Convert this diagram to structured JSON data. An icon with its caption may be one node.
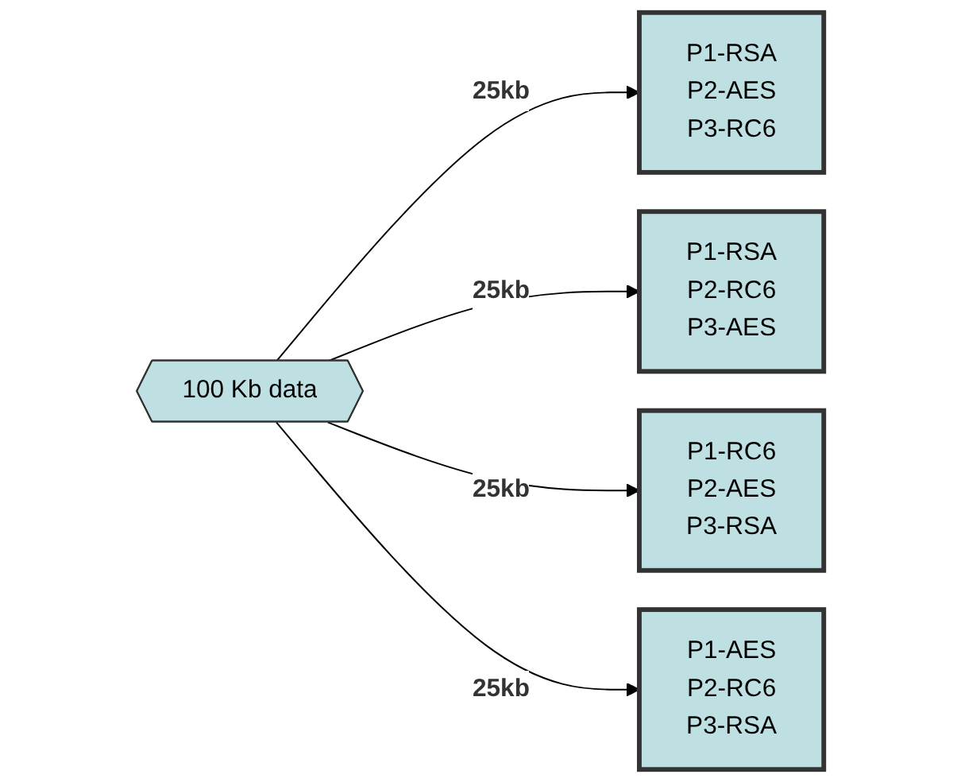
{
  "diagram": {
    "nodes": [
      {
        "text": [
          "100 Kb data"
        ]
      },
      {
        "text": [
          "P1-RSA",
          "P2-AES",
          "P3-RC6"
        ]
      },
      {
        "text": [
          "P1-RSA",
          "P2-RC6",
          "P3-AES"
        ]
      },
      {
        "text": [
          "P1-RC6",
          "P2-AES",
          "P3-RSA"
        ]
      },
      {
        "text": [
          "P1-AES",
          "P2-RC6",
          "P3-RSA"
        ]
      }
    ],
    "edges": [
      {
        "from": 0,
        "to": 1,
        "arrow": "to",
        "label": "25kb"
      },
      {
        "from": 0,
        "to": 2,
        "arrow": "to",
        "label": "25kb"
      },
      {
        "from": 0,
        "to": 3,
        "arrow": "to",
        "label": "25kb"
      },
      {
        "from": 0,
        "to": 4,
        "arrow": "to",
        "label": "25kb"
      }
    ]
  }
}
